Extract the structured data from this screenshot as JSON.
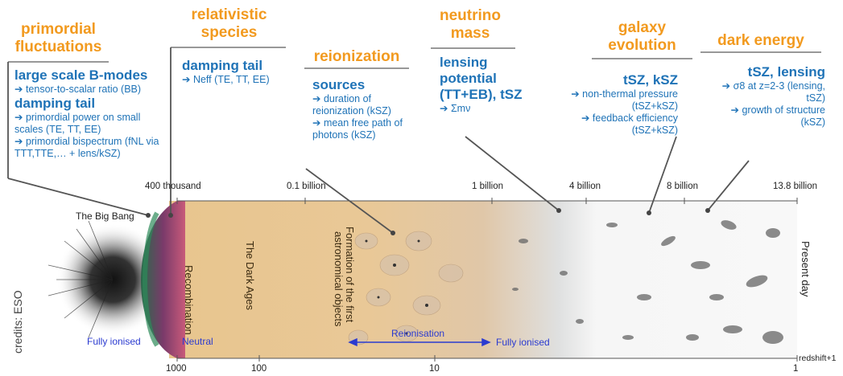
{
  "topics": [
    {
      "title": "primordial fluctuations",
      "title_lines": [
        "primordial",
        "fluctuations"
      ],
      "body": [
        {
          "kind": "head",
          "text": "large scale B-modes"
        },
        {
          "kind": "sub",
          "text": "➔ tensor-to-scalar ratio (BB)"
        },
        {
          "kind": "head",
          "text": "damping tail"
        },
        {
          "kind": "sub",
          "text": "➔ primordial power on small scales (TE, TT, EE)"
        },
        {
          "kind": "sub",
          "text": "➔ primordial bispectrum (fNL via TTT,TTE,… + lens/kSZ)"
        }
      ]
    },
    {
      "title": "relativistic species",
      "title_lines": [
        "relativistic",
        "species"
      ],
      "body": [
        {
          "kind": "head",
          "text": "damping tail"
        },
        {
          "kind": "sub",
          "text": "➔ Neff (TE, TT, EE)"
        }
      ]
    },
    {
      "title": "reionization",
      "title_lines": [
        "reionization"
      ],
      "body": [
        {
          "kind": "head",
          "text": "sources"
        },
        {
          "kind": "sub",
          "text": "➔ duration of reionization (kSZ)"
        },
        {
          "kind": "sub",
          "text": "➔ mean free path of photons (kSZ)"
        }
      ]
    },
    {
      "title": "neutrino mass",
      "title_lines": [
        "neutrino",
        "mass"
      ],
      "body": [
        {
          "kind": "head",
          "text": "lensing potential (TT+EB), tSZ"
        },
        {
          "kind": "sub",
          "text": "➔ Σmν"
        }
      ]
    },
    {
      "title": "galaxy evolution",
      "title_lines": [
        "galaxy",
        "evolution"
      ],
      "body": [
        {
          "kind": "head",
          "text": "tSZ, kSZ"
        },
        {
          "kind": "sub",
          "text": "➔ non-thermal pressure (tSZ+kSZ)"
        },
        {
          "kind": "sub",
          "text": "➔ feedback efficiency (tSZ+kSZ)"
        }
      ]
    },
    {
      "title": "dark energy",
      "title_lines": [
        "dark energy"
      ],
      "body": [
        {
          "kind": "head",
          "text": "tSZ, lensing"
        },
        {
          "kind": "sub",
          "text": "➔ σ8 at z=2-3 (lensing, tSZ)"
        },
        {
          "kind": "sub",
          "text": "➔ growth of structure (kSZ)"
        }
      ]
    }
  ],
  "time_ticks": [
    "400 thousand",
    "0.1 billion",
    "1 billion",
    "4 billion",
    "8 billion",
    "13.8 billion"
  ],
  "redshift_ticks": [
    "1000",
    "100",
    "10",
    "1"
  ],
  "redshift_label": "redshift+1",
  "era_labels": {
    "big_bang": "The Big Bang",
    "recombination": "Recombination",
    "dark_ages": "The Dark Ages",
    "first_objects_1": "Formation of the first",
    "first_objects_2": "astronomical objects",
    "present_day": "Present day",
    "fully_ionised_left": "Fully ionised",
    "neutral": "Neutral",
    "reionisation": "Reionisation",
    "fully_ionised_right": "Fully ionised"
  },
  "credits": "credits: ESO",
  "colors": {
    "orange": "#f29a1f",
    "blue": "#1f73b7",
    "dark_ages": "#e9c997",
    "galaxy_bg": "#f4f4f4"
  }
}
